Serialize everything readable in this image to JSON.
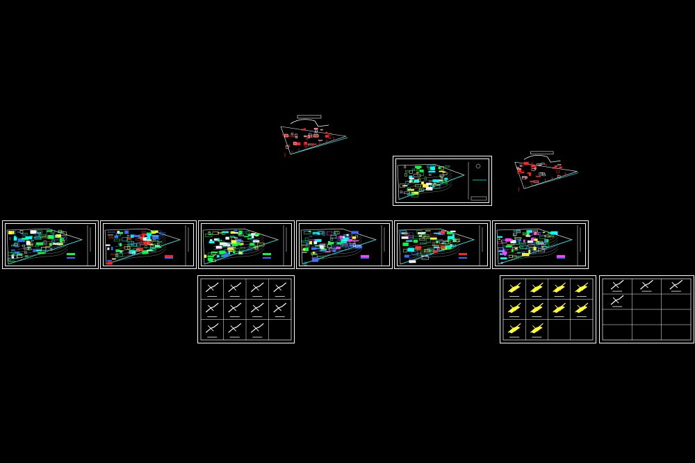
{
  "drawing": {
    "background": "#000000",
    "colors": {
      "white": "#ffffff",
      "red": "#ff2020",
      "green": "#00ff40",
      "cyan": "#00ffff",
      "yellow": "#ffff33",
      "magenta": "#ff40ff",
      "blue": "#3070ff",
      "orange": "#ff8800",
      "gray": "#9a9a9a"
    },
    "loose_plans": [
      {
        "name": "plan-a"
      },
      {
        "name": "plan-b"
      }
    ],
    "boxed_plan": {
      "name": "plan-framed"
    },
    "row_sheets": [
      {
        "name": "sheet-1",
        "accent": "#00ff40"
      },
      {
        "name": "sheet-2",
        "accent": "#ff2020"
      },
      {
        "name": "sheet-3",
        "accent": "#00ff40"
      },
      {
        "name": "sheet-4",
        "accent": "#ff40ff"
      },
      {
        "name": "sheet-5",
        "accent": "#ff2020"
      },
      {
        "name": "sheet-6",
        "accent": "#ff40ff"
      }
    ],
    "detail_sheets": [
      {
        "name": "detail-white",
        "color": "#ffffff",
        "grid": [
          3,
          4
        ],
        "filled": 11
      },
      {
        "name": "detail-yellow",
        "color": "#ffff33",
        "grid": [
          3,
          4
        ],
        "filled": 10
      },
      {
        "name": "detail-sparse",
        "color": "#ffffff",
        "grid": [
          4,
          3
        ],
        "filled": 4
      }
    ]
  }
}
